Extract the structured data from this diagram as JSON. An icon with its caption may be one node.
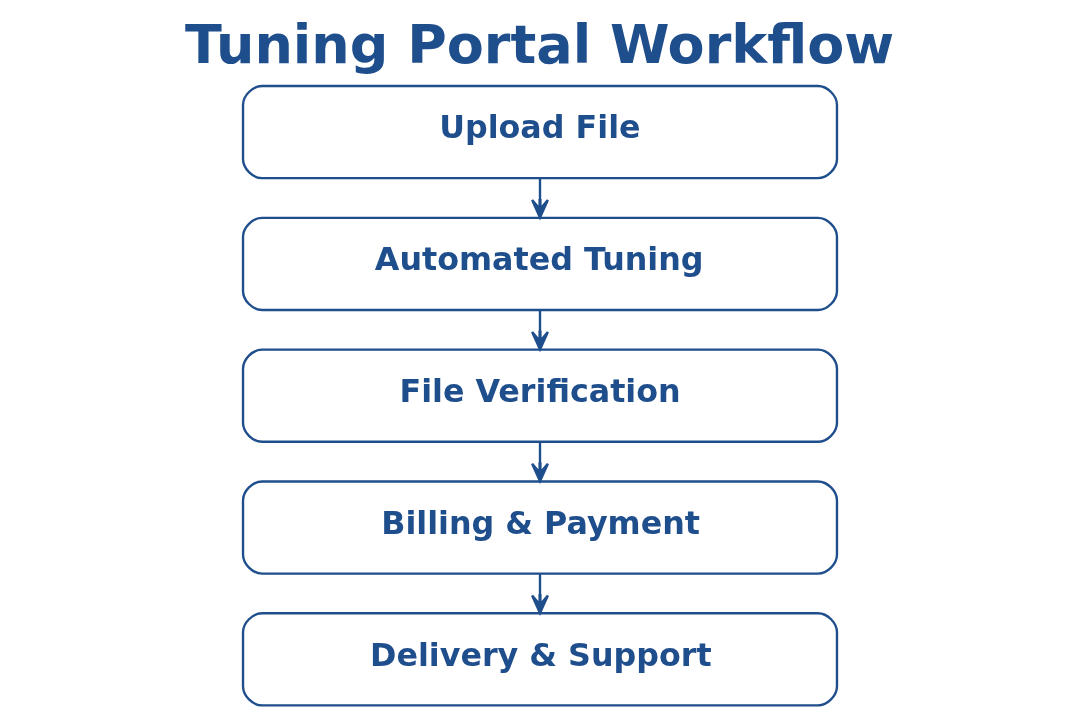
{
  "diagram": {
    "title": "Tuning Portal Workflow",
    "nodes": [
      {
        "text": [
          "Upload File"
        ]
      },
      {
        "text": [
          "Automated Tuning"
        ]
      },
      {
        "text": [
          "File Verification"
        ]
      },
      {
        "text": [
          "Billing & Payment"
        ]
      },
      {
        "text": [
          "Delivery & Support"
        ]
      }
    ],
    "edges": [
      {
        "from": 0,
        "to": 1,
        "arrow": "to"
      },
      {
        "from": 1,
        "to": 2,
        "arrow": "to"
      },
      {
        "from": 2,
        "to": 3,
        "arrow": "to"
      },
      {
        "from": 3,
        "to": 4,
        "arrow": "to"
      }
    ]
  }
}
